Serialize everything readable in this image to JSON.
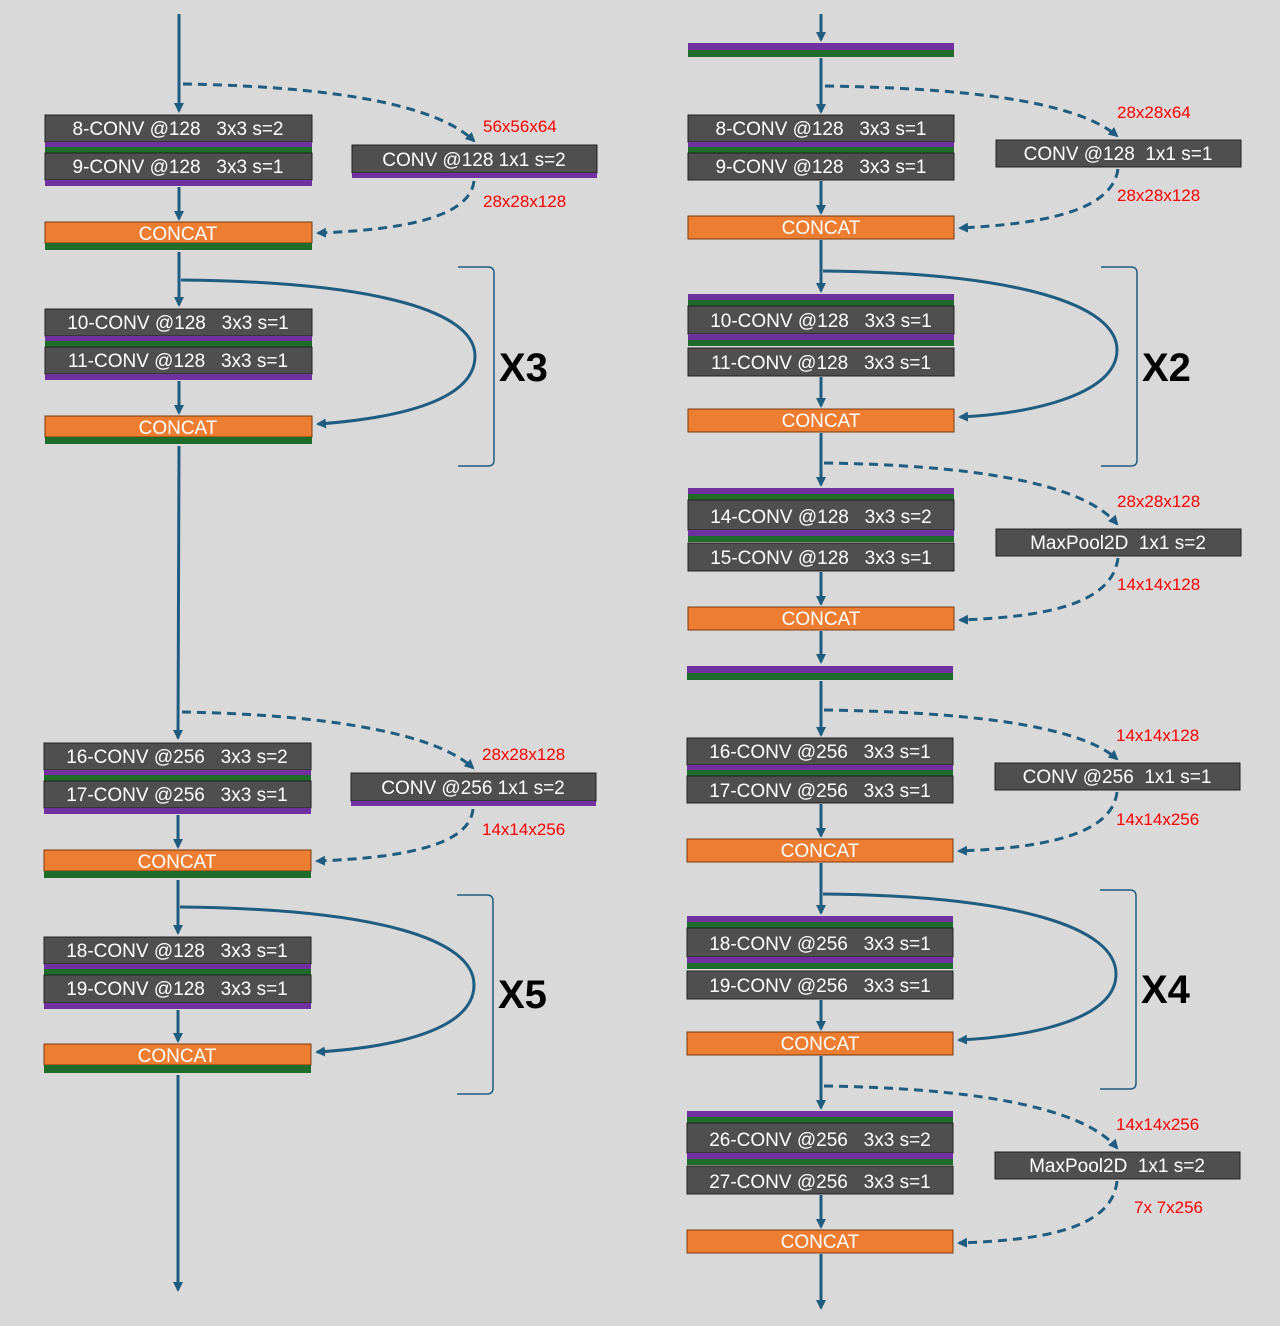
{
  "colors": {
    "background": "#d9d9d9",
    "conv_block": "#4f4f4f",
    "concat_block": "#ed7d31",
    "purple_stripe": "#7030a0",
    "green_stripe": "#1e6b2a",
    "arrow": "#1f5c7f",
    "dimension_text": "#ff0000"
  },
  "left": {
    "stage1": {
      "conv_a": "8-CONV @128   3x3 s=2",
      "conv_b": "9-CONV @128   3x3 s=1",
      "shortcut": "CONV @128 1x1 s=2",
      "dim_in": "56x56x64",
      "dim_out": "28x28x128",
      "concat": "CONCAT"
    },
    "stage2": {
      "conv_a": "10-CONV @128   3x3 s=1",
      "conv_b": "11-CONV @128   3x3 s=1",
      "concat": "CONCAT",
      "repeat": "X3"
    },
    "stage3": {
      "conv_a": "16-CONV @256   3x3 s=2",
      "conv_b": "17-CONV @256   3x3 s=1",
      "shortcut": "CONV @256 1x1 s=2",
      "dim_in": "28x28x128",
      "dim_out": "14x14x256",
      "concat": "CONCAT"
    },
    "stage4": {
      "conv_a": "18-CONV @128   3x3 s=1",
      "conv_b": "19-CONV @128   3x3 s=1",
      "concat": "CONCAT",
      "repeat": "X5"
    }
  },
  "right": {
    "stage1": {
      "conv_a": "8-CONV @128   3x3 s=1",
      "conv_b": "9-CONV @128   3x3 s=1",
      "shortcut": "CONV @128  1x1 s=1",
      "dim_in": "28x28x64",
      "dim_out": "28x28x128",
      "concat": "CONCAT"
    },
    "stage2": {
      "conv_a": "10-CONV @128   3x3 s=1",
      "conv_b": "11-CONV @128   3x3 s=1",
      "concat": "CONCAT",
      "repeat": "X2"
    },
    "stage3": {
      "conv_a": "14-CONV @128   3x3 s=2",
      "conv_b": "15-CONV @128   3x3 s=1",
      "shortcut": "MaxPool2D  1x1 s=2",
      "dim_in": "28x28x128",
      "dim_out": "14x14x128",
      "concat": "CONCAT"
    },
    "stage4": {
      "conv_a": "16-CONV @256   3x3 s=1",
      "conv_b": "17-CONV @256   3x3 s=1",
      "shortcut": "CONV @256  1x1 s=1",
      "dim_in": "14x14x128",
      "dim_out": "14x14x256",
      "concat": "CONCAT"
    },
    "stage5": {
      "conv_a": "18-CONV @256   3x3 s=1",
      "conv_b": "19-CONV @256   3x3 s=1",
      "concat": "CONCAT",
      "repeat": "X4"
    },
    "stage6": {
      "conv_a": "26-CONV @256   3x3 s=2",
      "conv_b": "27-CONV @256   3x3 s=1",
      "shortcut": "MaxPool2D  1x1 s=2",
      "dim_in": "14x14x256",
      "dim_out": "7x 7x256",
      "concat": "CONCAT"
    }
  }
}
